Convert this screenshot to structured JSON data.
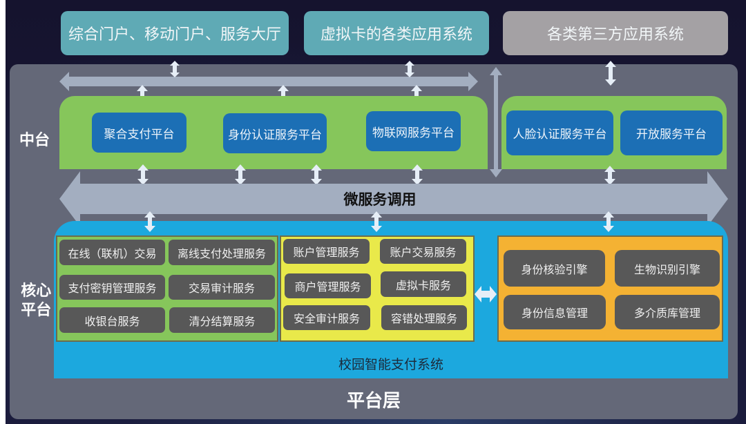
{
  "top_apps": [
    {
      "label": "综合门户、移动门户、服务大厅"
    },
    {
      "label": "虚拟卡的各类应用系统"
    },
    {
      "label": "各类第三方应用系统"
    }
  ],
  "middle": {
    "label": "中台",
    "platforms": [
      {
        "label": "聚合支付平台"
      },
      {
        "label": "身份认证服务平台"
      },
      {
        "label": "物联网服务平台"
      },
      {
        "label": "人脸认证服务平台"
      },
      {
        "label": "开放服务平台"
      }
    ]
  },
  "bus": {
    "label": "微服务调用"
  },
  "core": {
    "label": "核心平台",
    "label_line1": "核心",
    "label_line2": "平台",
    "system_title": "校园智能支付系统",
    "groups": [
      {
        "color": "#86c65b",
        "services": [
          "在线（联机）交易",
          "离线支付处理服务",
          "支付密钥管理服务",
          "交易审计服务",
          "收银台服务",
          "清分结算服务"
        ]
      },
      {
        "color": "#e9e94a",
        "services": [
          "账户管理服务",
          "账户交易服务",
          "商户管理服务",
          "虚拟卡服务",
          "安全审计服务",
          "容错处理服务"
        ]
      },
      {
        "color": "#f4b233",
        "services": [
          "身份核验引擎",
          "生物识别引擎",
          "身份信息管理",
          "多介质库管理"
        ]
      }
    ]
  },
  "platform_layer": {
    "label": "平台层"
  },
  "colors": {
    "teal": "#5faab5",
    "gray_box": "#a4a1a4",
    "platform_bg": "#646878",
    "green": "#86c65b",
    "blue_button": "#1c6fb5",
    "core_blue": "#1ca8de",
    "yellow": "#e9e94a",
    "orange": "#f4b233",
    "service_box": "#585858",
    "arrow": "#a3aec0"
  }
}
